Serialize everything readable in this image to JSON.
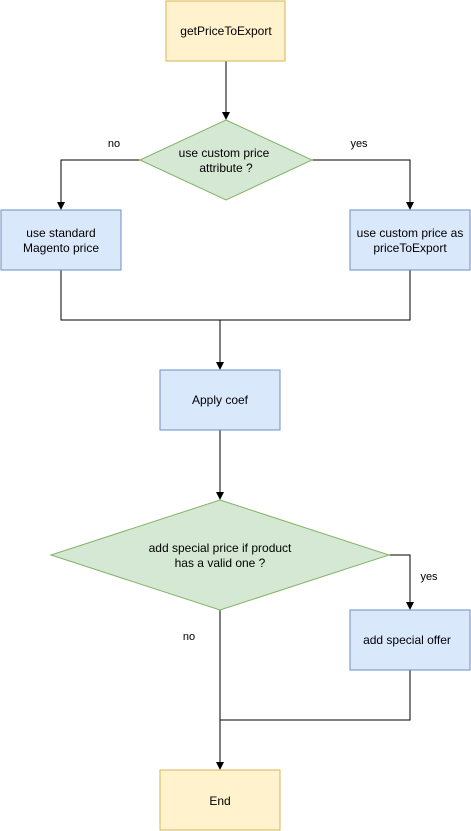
{
  "colors": {
    "start_fill": "#fff2cc",
    "start_stroke": "#d6b656",
    "process_fill": "#dae8fc",
    "process_stroke": "#6c8ebf",
    "decision_fill": "#d5e8d4",
    "decision_stroke": "#82b366",
    "line": "#000000"
  },
  "nodes": {
    "start": {
      "text": "getPriceToExport"
    },
    "decision_custom": {
      "line1": "use custom  price",
      "line2": "attribute ?"
    },
    "standard_price": {
      "line1": "use standard",
      "line2": "Magento price"
    },
    "custom_price": {
      "line1": "use custom price as",
      "line2": "priceToExport"
    },
    "apply_coef": {
      "text": "Apply coef"
    },
    "decision_special": {
      "line1": "add special price if product",
      "line2": "has a valid one ?"
    },
    "special_offer": {
      "text": "add special offer"
    },
    "end": {
      "text": "End"
    }
  },
  "edge_labels": {
    "custom_no": "no",
    "custom_yes": "yes",
    "special_yes": "yes",
    "special_no": "no"
  }
}
